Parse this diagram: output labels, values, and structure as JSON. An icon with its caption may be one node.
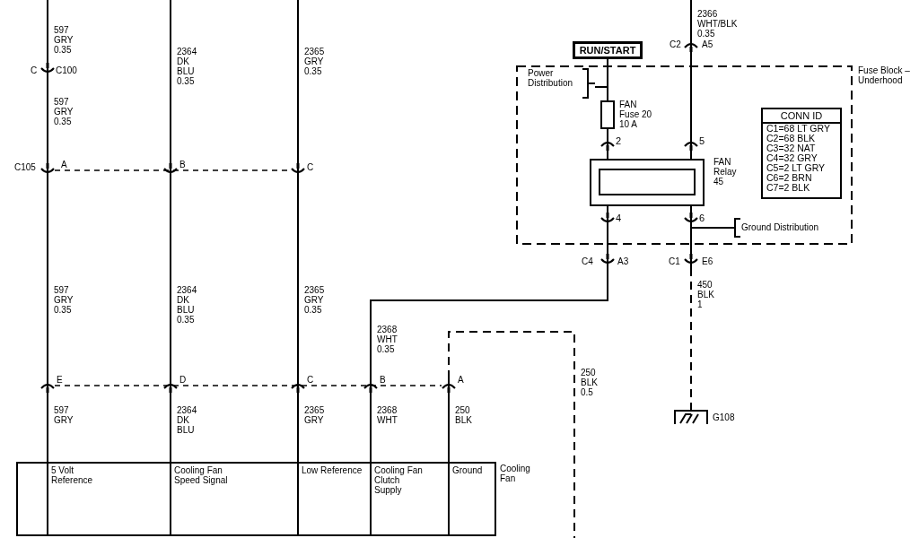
{
  "diagram": {
    "nodes": [
      {
        "text": [
          "RUN/START"
        ]
      },
      {
        "text": [
          "C2",
          "A5"
        ]
      },
      {
        "text": [
          "Fuse Block – Underhood"
        ]
      },
      {
        "text": [
          "Power Distribution"
        ],
        "in": 2
      },
      {
        "text": [],
        "shape": "box",
        "beside": [
          "FAN Fuse 20 10 A"
        ],
        "in": 2
      },
      {
        "text": [
          "CONN ID",
          "C1=68 LT GRY",
          "C2=68 BLK",
          "C3=32 NAT",
          "C4=32 GRY",
          "C5=2 LT GRY",
          "C6=2 BRN",
          "C7=2 BLK"
        ],
        "in": 2
      },
      {
        "text": [],
        "shape": "box",
        "beside": [
          "FAN Relay 45"
        ],
        "in": 2
      },
      {
        "text": [
          "Ground Distribution"
        ],
        "in": 2
      },
      {
        "text": [
          "C",
          "C100"
        ]
      },
      {
        "text": [
          "C105",
          "A"
        ]
      },
      {
        "text": [
          "B"
        ]
      },
      {
        "text": [
          "C"
        ]
      },
      {
        "text": [
          "C4",
          "A3"
        ]
      },
      {
        "text": [
          "C1",
          "E6"
        ]
      },
      {
        "text": [
          "E"
        ]
      },
      {
        "text": [
          "D"
        ]
      },
      {
        "text": [
          "C"
        ]
      },
      {
        "text": [
          "B"
        ]
      },
      {
        "text": [
          "A"
        ]
      },
      {
        "text": [],
        "shape": "picture",
        "beside": [
          "G108"
        ]
      },
      {
        "text": [
          "5 Volt Reference",
          "Cooling Fan Speed Signal",
          "Low Reference",
          "Cooling Fan Clutch Supply",
          "Ground",
          "Cooling Fan"
        ]
      }
    ],
    "edges": [
      {
        "from": null,
        "to": 8,
        "arrow": "none",
        "label": "597 GRY 0.35"
      },
      {
        "from": 8,
        "to": 9,
        "arrow": "none",
        "label": "597 GRY 0.35"
      },
      {
        "from": 9,
        "to": 14,
        "arrow": "none",
        "label": "597 GRY 0.35"
      },
      {
        "from": 14,
        "to": 20,
        "arrow": "none",
        "label": "597 GRY"
      },
      {
        "from": null,
        "to": 10,
        "arrow": "none",
        "label": "2364 DK BLU 0.35"
      },
      {
        "from": 10,
        "to": 15,
        "arrow": "none",
        "label": "2364 DK BLU 0.35"
      },
      {
        "from": 15,
        "to": 20,
        "arrow": "none",
        "label": "2364 DK BLU"
      },
      {
        "from": null,
        "to": 11,
        "arrow": "none",
        "label": "2365 GRY 0.35"
      },
      {
        "from": 11,
        "to": 16,
        "arrow": "none",
        "label": "2365 GRY 0.35"
      },
      {
        "from": 16,
        "to": 20,
        "arrow": "none",
        "label": "2365 GRY"
      },
      {
        "from": 12,
        "to": 17,
        "arrow": "none",
        "label": "2368 WHT 0.35"
      },
      {
        "from": 17,
        "to": 20,
        "arrow": "none",
        "label": "2368 WHT"
      },
      {
        "from": 18,
        "to": 20,
        "arrow": "none",
        "label": "250 BLK"
      },
      {
        "from": 18,
        "to": null,
        "arrow": "none",
        "label": "250 BLK 0.5",
        "style": "dashed"
      },
      {
        "from": null,
        "to": 1,
        "arrow": "none",
        "label": "2366 WHT/BLK 0.35"
      },
      {
        "from": 1,
        "to": 6,
        "arrow": "none"
      },
      {
        "from": 0,
        "to": 4,
        "arrow": "none"
      },
      {
        "from": 3,
        "to": 4,
        "arrow": "none"
      },
      {
        "from": 4,
        "to": 6,
        "arrow": "none"
      },
      {
        "from": 6,
        "to": 12,
        "arrow": "none"
      },
      {
        "from": 6,
        "to": 13,
        "arrow": "none"
      },
      {
        "from": 7,
        "to": 13,
        "arrow": "none"
      },
      {
        "from": 13,
        "to": 19,
        "arrow": "none",
        "label": "450 BLK 1",
        "style": "dashed"
      }
    ],
    "labels": [
      "2",
      "5",
      "4",
      "6"
    ]
  }
}
